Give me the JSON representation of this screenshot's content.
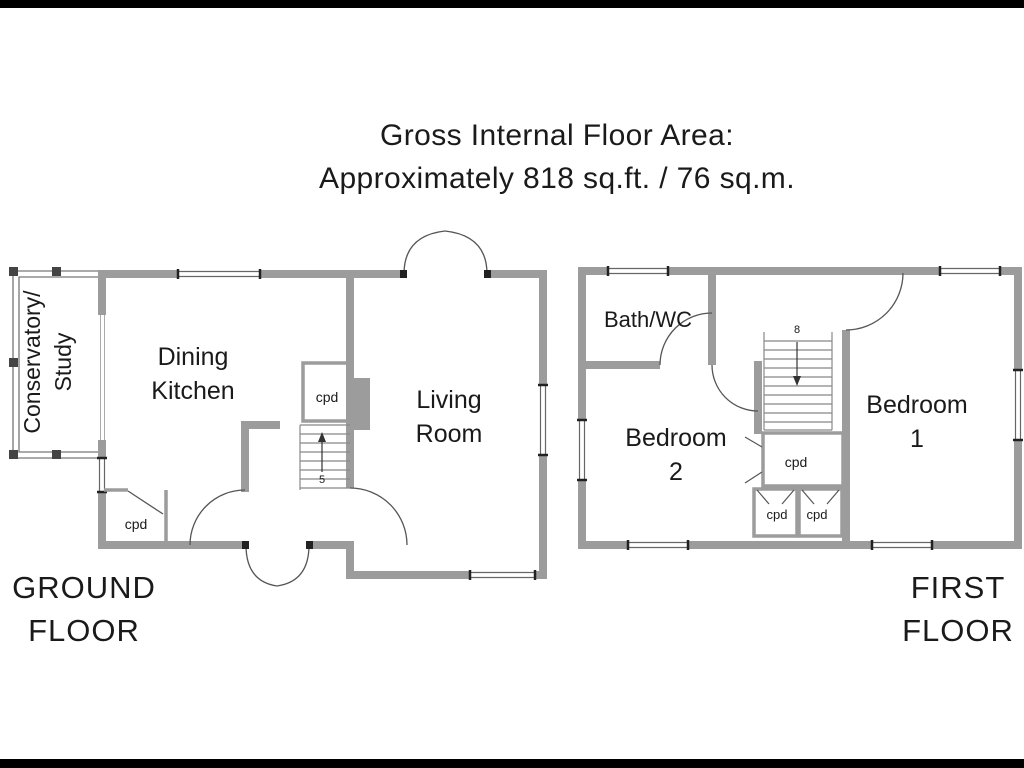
{
  "title": {
    "line1": "Gross Internal Floor Area:",
    "line2": "Approximately 818 sq.ft. / 76 sq.m."
  },
  "ground_floor": {
    "floor_label_line1": "GROUND",
    "floor_label_line2": "FLOOR",
    "conservatory_line1": "Conservatory/",
    "conservatory_line2": "Study",
    "dining_kitchen_line1": "Dining",
    "dining_kitchen_line2": "Kitchen",
    "living_room_line1": "Living",
    "living_room_line2": "Room",
    "stairs_cupboard": "cpd",
    "hall_cupboard": "cpd",
    "stairs_count": "5"
  },
  "first_floor": {
    "floor_label_line1": "FIRST",
    "floor_label_line2": "FLOOR",
    "bathroom_label": "Bath/WC",
    "bedroom2_line1": "Bedroom",
    "bedroom2_line2": "2",
    "bedroom1_line1": "Bedroom",
    "bedroom1_line2": "1",
    "landing_cupboard": "cpd",
    "cupboard_left": "cpd",
    "cupboard_right": "cpd",
    "stairs_count": "8"
  },
  "colors": {
    "wall": "#9c9c9c",
    "line": "#555555",
    "text": "#1a1a1a",
    "background": "#ffffff",
    "letterbox": "#000000"
  }
}
